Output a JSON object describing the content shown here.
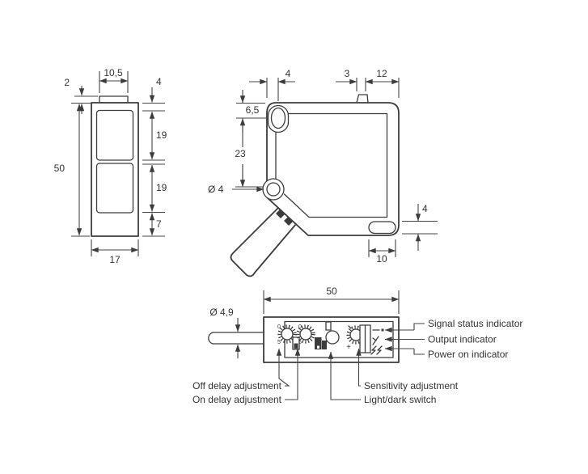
{
  "front_view": {
    "dim_top_width": "10,5",
    "dim_step_height": "2",
    "dim_lens_offset": "4",
    "dim_lens1_height": "19",
    "dim_lens2_height": "19",
    "dim_bottom_gap": "7",
    "dim_height": "50",
    "dim_width": "17"
  },
  "side_view": {
    "dim_hole_offset_x": "4",
    "dim_tab_width": "3",
    "dim_tab_to_edge": "12",
    "dim_hole_offset_y": "6,5",
    "dim_hole_spacing": "23",
    "dim_hole_diameter": "Ø 4",
    "dim_slot_height": "4",
    "dim_slot_width": "10"
  },
  "bottom_view": {
    "dim_width": "50",
    "dim_cable_diameter": "Ø 4,9",
    "dial_label_zero": "0",
    "dial_label_five": "5",
    "dial_label_plus": "+",
    "callout_signal": "Signal status indicator",
    "callout_output": "Output indicator",
    "callout_power": "Power on indicator",
    "callout_off_delay": "Off delay adjustment",
    "callout_on_delay": "On delay adjustment",
    "callout_sensitivity": "Sensitivity adjustment",
    "callout_light_dark": "Light/dark switch"
  },
  "colors": {
    "line": "#3c3c3c",
    "text": "#333333",
    "dark_fill": "#3c3c3c",
    "background": "#ffffff"
  }
}
